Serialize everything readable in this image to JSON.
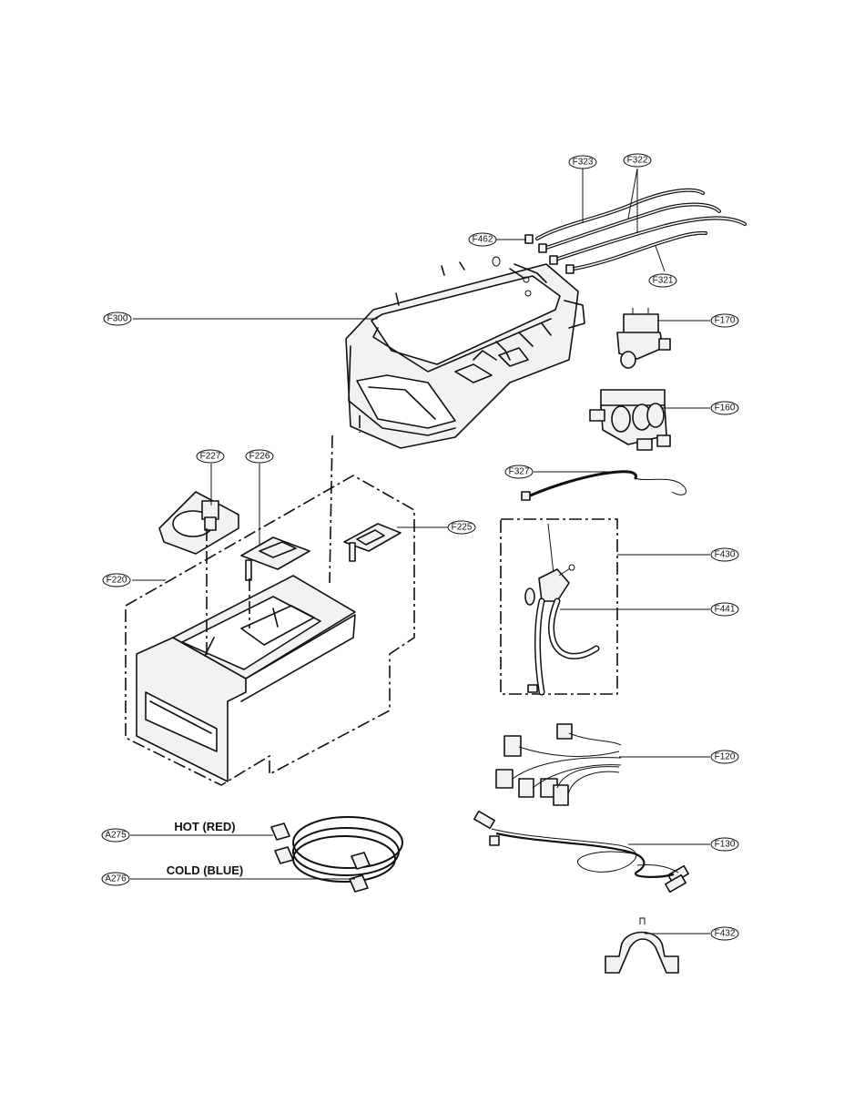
{
  "callouts": {
    "F323": "F323",
    "F322": "F322",
    "F462": "F462",
    "F321": "F321",
    "F300": "F300",
    "F170": "F170",
    "F160": "F160",
    "F327": "F327",
    "F227": "F227",
    "F226": "F226",
    "F225": "F225",
    "F220": "F220",
    "F430": "F430",
    "F441": "F441",
    "F120": "F120",
    "F130": "F130",
    "A275": "A275",
    "A276": "A276",
    "F432": "F432"
  },
  "labels": {
    "hot": "HOT (RED)",
    "cold": "COLD (BLUE)"
  }
}
